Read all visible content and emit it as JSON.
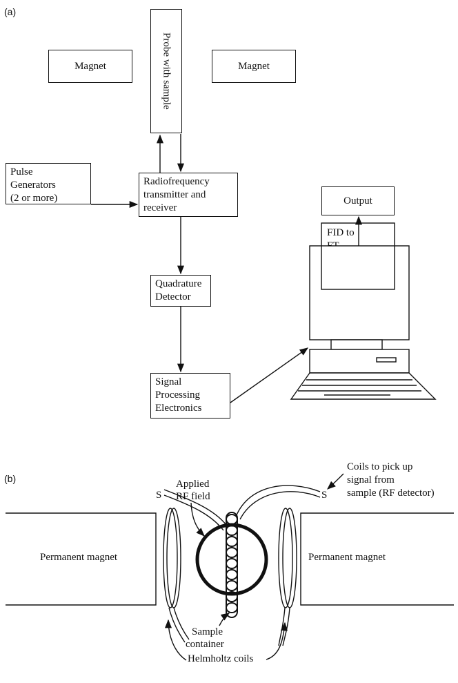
{
  "panel_a": {
    "label": "(a)",
    "magnet_left": "Magnet",
    "magnet_right": "Magnet",
    "probe": "Probe with sample",
    "pulse_generators": [
      "Pulse",
      "Generators",
      "(2 or more)"
    ],
    "rf_unit": [
      "Radiofrequency",
      "transmitter and",
      "receiver"
    ],
    "quadrature": [
      "Quadrature",
      "Detector"
    ],
    "signal_processing": [
      "Signal",
      "Processing",
      "Electronics"
    ],
    "output": "Output",
    "screen_text": [
      "FID to",
      "FT"
    ]
  },
  "panel_b": {
    "label": "(b)",
    "applied_rf": [
      "Applied",
      "RF field"
    ],
    "coils_label": [
      "Coils to pick up",
      "signal from",
      "sample (RF detector)"
    ],
    "s_left": "S",
    "s_right": "S",
    "magnet_left": "Permanent magnet",
    "magnet_right": "Permanent magnet",
    "sample_container": [
      "Sample",
      "container"
    ],
    "helmholtz": "Helmholtz coils"
  }
}
